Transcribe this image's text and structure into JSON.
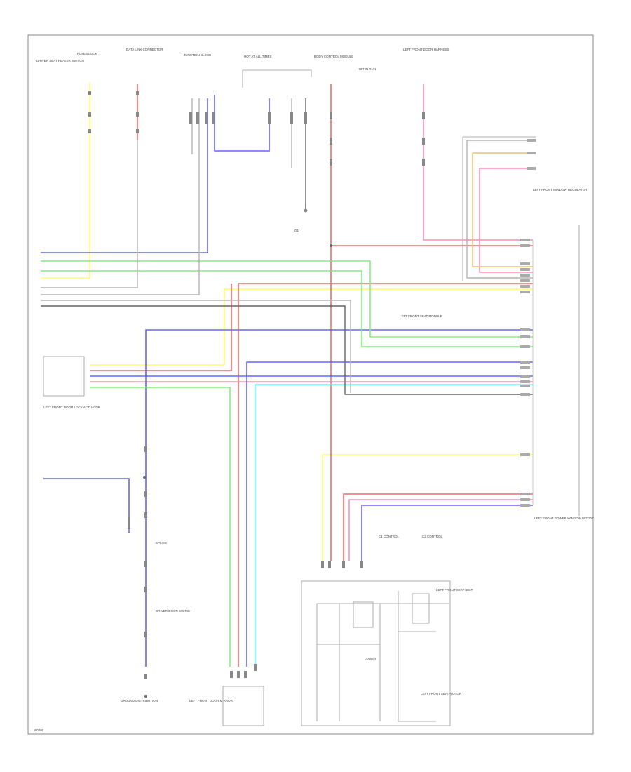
{
  "diagram": {
    "footer_code": "W0000",
    "component_labels": {
      "top_1": "DRIVER SEAT HEATER SWITCH",
      "top_2": "FUSE BLOCK",
      "top_3": "DATA LINK CONNECTOR",
      "top_4": "JUNCTION BLOCK",
      "top_5": "HOT AT ALL TIMES",
      "top_6": "BODY CONTROL MODULE",
      "top_7": "HOT IN RUN",
      "top_8": "LEFT FRONT DOOR HARNESS",
      "ground_1": "G1",
      "right_1": "LEFT FRONT WINDOW REGULATOR",
      "right_2": "LEFT FRONT POWER WINDOW MOTOR",
      "left_1": "LEFT FRONT DOOR LOCK ACTUATOR",
      "left_2": "SPLICE",
      "bottom_1": "GROUND DISTRIBUTION",
      "bottom_2": "DRIVER DOOR SWITCH",
      "bottom_3": "LEFT FRONT DOOR MIRROR",
      "bottom_4": "LEFT FRONT SEAT BELT",
      "bottom_5": "LEFT FRONT SEAT MOTOR",
      "bottom_6": "LOWER",
      "mid_1": "LEFT FRONT SEAT MODULE",
      "mid_2": "C1 CONTROL",
      "mid_3": "C2 CONTROL"
    },
    "wire_colors": {
      "yellow": "#ffff66",
      "red": "#ff6666",
      "pink": "#ff8fb1",
      "blue": "#6666ff",
      "green": "#7cf07c",
      "cyan": "#66ffff",
      "gray": "#bbbbbb",
      "dark": "#666666",
      "orange": "#f0c060"
    }
  }
}
